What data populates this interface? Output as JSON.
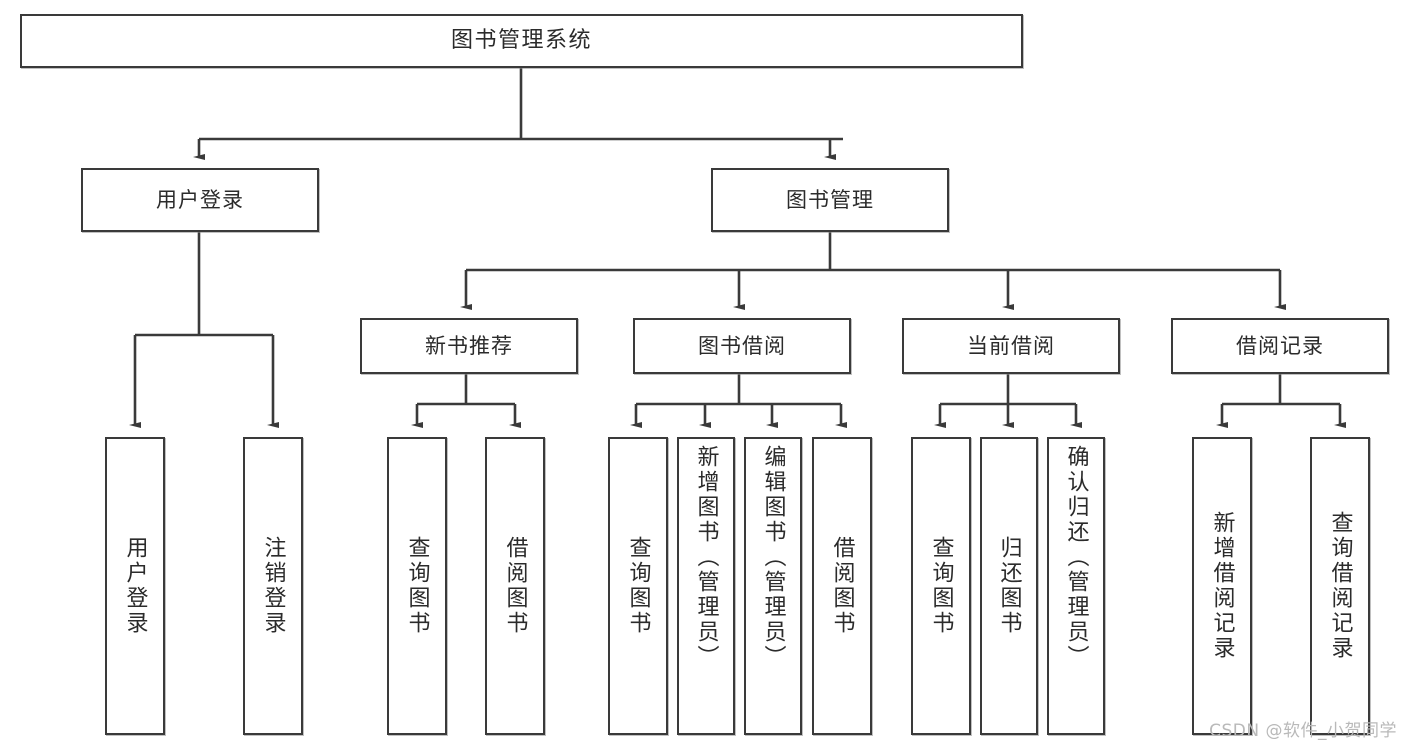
{
  "diagram": {
    "title": "图书管理系统",
    "type": "tree-hierarchy-chart",
    "watermark": "CSDN @软件_小贺同学",
    "stroke_color": "#3a3a3a",
    "fill_color": "#ffffff",
    "text_color": "#2b2b2b",
    "root": {
      "label": "图书管理系统"
    },
    "level2": [
      {
        "label": "用户登录"
      },
      {
        "label": "图书管理"
      }
    ],
    "level3": [
      {
        "label": "新书推荐"
      },
      {
        "label": "图书借阅"
      },
      {
        "label": "当前借阅"
      },
      {
        "label": "借阅记录"
      }
    ],
    "leaves": {
      "user_login": [
        {
          "label": "用户登录"
        },
        {
          "label": "注销登录"
        }
      ],
      "new_book_recommend": [
        {
          "label": "查询图书"
        },
        {
          "label": "借阅图书"
        }
      ],
      "book_borrow": [
        {
          "label": "查询图书"
        },
        {
          "label": "新增图书（管理员）"
        },
        {
          "label": "编辑图书（管理员）"
        },
        {
          "label": "借阅图书"
        }
      ],
      "current_borrow": [
        {
          "label": "查询图书"
        },
        {
          "label": "归还图书"
        },
        {
          "label": "确认归还（管理员）"
        }
      ],
      "borrow_record": [
        {
          "label": "新增借阅记录"
        },
        {
          "label": "查询借阅记录"
        }
      ]
    }
  }
}
